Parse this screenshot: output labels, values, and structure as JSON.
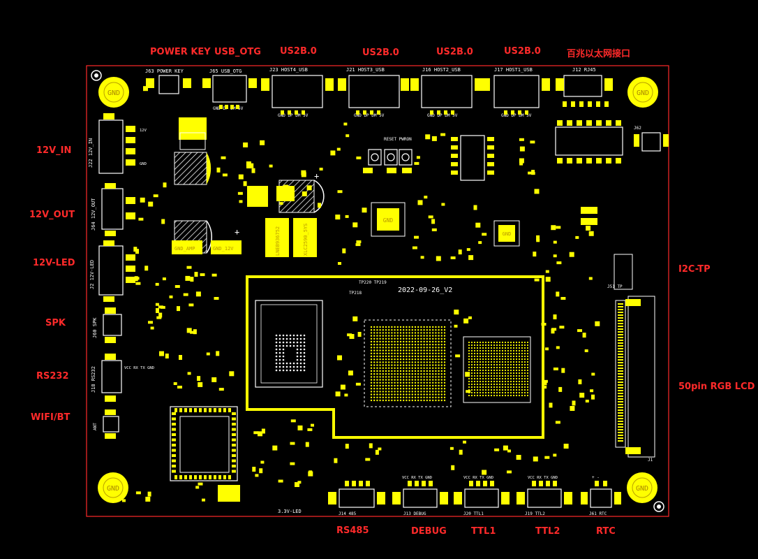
{
  "board": {
    "version": "2022-09-26_V2",
    "gnd_pad_label": "GND",
    "outline_color": "#ff2a2a",
    "copper_color": "#ffff00",
    "silk_color": "#ffffff",
    "label_color": "#ff2a2a"
  },
  "top_labels": {
    "power_key": "POWER KEY",
    "usb_otg": "USB_OTG",
    "usb_host4": "US2B.0",
    "usb_host3": "US2B.0",
    "usb_host2": "US2B.0",
    "usb_host1": "US2B.0",
    "ethernet": "百兆以太网接口"
  },
  "left_labels": {
    "v12_in": "12V_IN",
    "v12_out": "12V_OUT",
    "v12_led": "12V-LED",
    "spk": "SPK",
    "rs232": "RS232",
    "wifi_bt": "WIFI/BT"
  },
  "right_labels": {
    "i2c_tp": "I2C-TP",
    "rgb_lcd": "50pin RGB LCD"
  },
  "bottom_labels": {
    "rs485": "RS485",
    "debug": "DEBUG",
    "ttl1": "TTL1",
    "ttl2": "TTL2",
    "rtc": "RTC"
  },
  "silk": {
    "j63": "J63 POWER KEY",
    "j65": "J65 USB_OTG",
    "j23": "J23 HOST4_USB",
    "j21": "J21 HOST3_USB",
    "j16": "J16 HOST2_USB",
    "j17": "J17 HOST1_USB",
    "j12": "J12 RJ45",
    "otg_pins": "GND DP DM 5V",
    "host4_pins": "GND DP DM 5V",
    "host3_pins": "GND DP DM 5V",
    "host2_pins": "GND DP DM 5V",
    "host1_pins": "GND DP DM 5V",
    "j22": "J22 12V_IN",
    "j64": "J64 12V_OUT",
    "j2": "J2 12V-LED",
    "j60": "J60 SPK",
    "j18": "J18 RS232",
    "j18_pins": "VCC RX TX GND",
    "ant": "ANT",
    "j14": "J14 485",
    "j13": "J13 DEBUG",
    "j20": "J20 TTL1",
    "j19": "J19 TTL2",
    "j61": "J61 RTC",
    "j13_pins": "VCC RX TX GND",
    "j20_pins": "VCC RX TX GND",
    "j19_pins": "VCC RX TX GND",
    "rtc_pins": "+ -",
    "led33": "3.3V-LED",
    "j51": "J51 TP",
    "j1": "J1",
    "j62": "J62",
    "reset_pwron": "RESET PWRON",
    "tp220": "TP220 TP219",
    "tp218": "TP218",
    "ic1": "LNEB936752",
    "ic2": "XLC2590_5YS",
    "gnd_amp": "GND_AMP",
    "gnd_12v": "GND_12V",
    "pin12v": "12V",
    "pingnd": "GND"
  }
}
